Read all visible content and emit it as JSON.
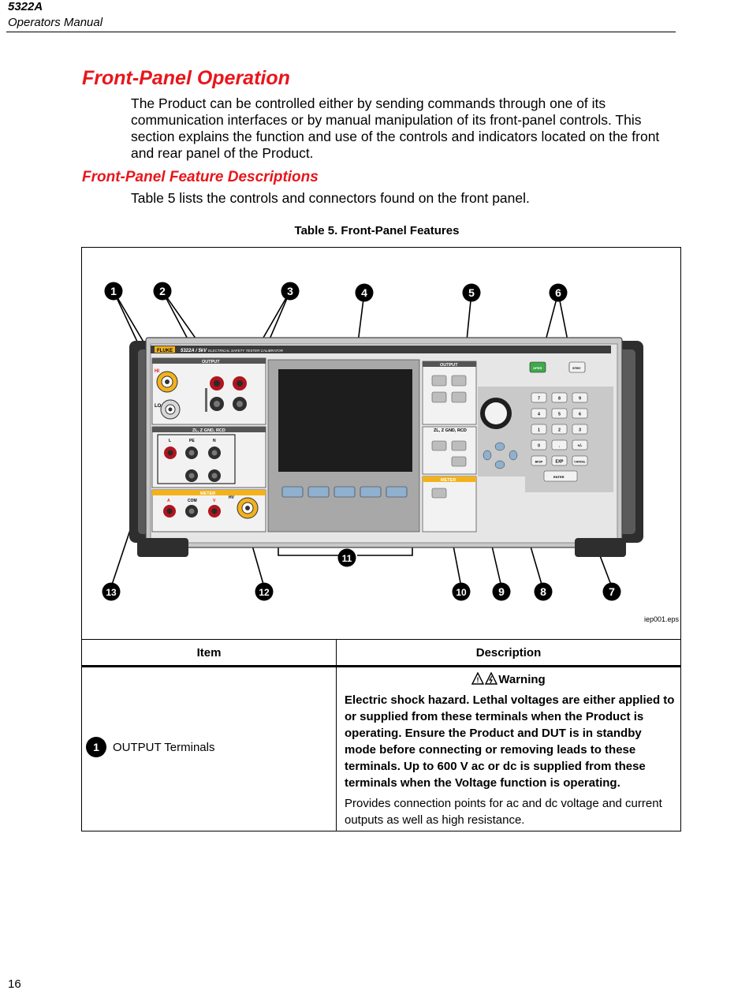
{
  "header": {
    "model": "5322A",
    "subtitle": "Operators Manual"
  },
  "section": {
    "title": "Front-Panel Operation",
    "intro": "The Product can be controlled either by sending commands through one of its communication interfaces or by manual manipulation of its front-panel controls. This section explains the function and use of the controls and indicators located on the front and rear panel of the Product.",
    "subsection_title": "Front-Panel Feature Descriptions",
    "subsection_intro": "Table 5 lists the controls and connectors found on the front panel."
  },
  "table": {
    "caption": "Table 5. Front-Panel Features",
    "figure_id": "iep001.eps",
    "headers": {
      "item": "Item",
      "description": "Description"
    },
    "rows": [
      {
        "number": "1",
        "item": "OUTPUT Terminals",
        "warning_title": "Warning",
        "warning_text": "Electric shock hazard. Lethal voltages are either applied to or supplied from these terminals when the Product is operating. Ensure the Product and DUT is in standby mode before connecting or removing leads to these terminals. Up to 600 V ac or dc is supplied from these terminals when the Voltage function is operating.",
        "description": "Provides connection points for ac and dc voltage and current outputs as well as high resistance."
      }
    ]
  },
  "figure": {
    "callouts": [
      "1",
      "2",
      "3",
      "4",
      "5",
      "6",
      "7",
      "8",
      "9",
      "10",
      "11",
      "12",
      "13"
    ],
    "panel": {
      "brand": "FLUKE",
      "model_text": "5322A / 5kV",
      "product_text": "ELECTRICAL SAFETY TESTER CALIBRATOR",
      "output_label": "OUTPUT",
      "zl_label": "ZL, Z GND, RCD",
      "meter_label": "METER",
      "oper_label": "OPER",
      "stby_label": "STBY",
      "keypad": [
        "7",
        "8",
        "9",
        "4",
        "5",
        "6",
        "1",
        "2",
        "3",
        "0",
        ".",
        "+/-"
      ],
      "keypad_bottom": [
        "BKSP",
        "EXP",
        "CANCEL"
      ],
      "enter_label": "ENTER",
      "jack_labels": {
        "hi": "HI",
        "lo": "LO",
        "a": "A",
        "com": "COM",
        "v": "V",
        "hv": "HV",
        "l": "L",
        "pe": "PE",
        "n": "N"
      }
    }
  },
  "page_number": "16"
}
